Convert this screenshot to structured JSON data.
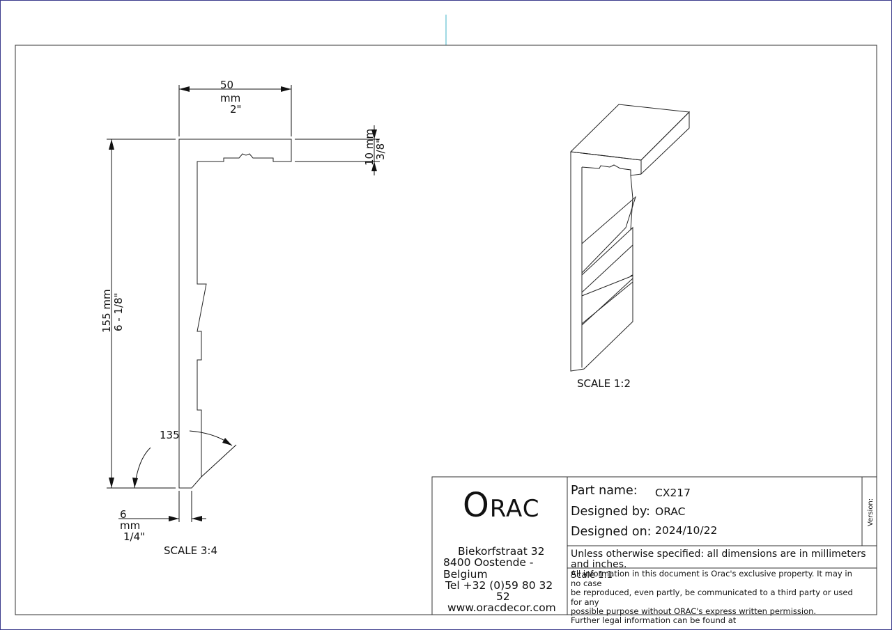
{
  "profile_view": {
    "width_mm": "50",
    "width_unit": "mm",
    "width_in": "2\"",
    "flange_mm": "10 mm",
    "flange_in": "3/8\"",
    "height_mm": "155 mm",
    "height_in": "6 - 1/8\"",
    "angle": "135",
    "thickness_mm": "6",
    "thickness_unit": "mm",
    "thickness_in": "1/4\"",
    "scale": "SCALE 3:4"
  },
  "iso_view": {
    "scale": "SCALE 1:2"
  },
  "title_block": {
    "logo": "ORAC",
    "address": [
      "Biekorfstraat 32",
      "8400 Oostende -",
      "Belgium",
      "Tel  +32 (0)59 80 32",
      "52",
      "www.oracdecor.com"
    ],
    "part_name_label": "Part name:",
    "part_name": "CX217",
    "designed_by_label": "Designed by:",
    "designed_by": "ORAC",
    "designed_on_label": "Designed on:",
    "designed_on": "2024/10/22",
    "version_label": "Version:",
    "units_note_1": "Unless otherwise specified: all dimensions are in millimeters",
    "units_note_2": "and inches.",
    "scale_note": "Scale 1:1",
    "legal": [
      "All information in this document is Orac's exclusive property.  It may in",
      "no case",
      "be reproduced, even partly, be communicated to a third party or used",
      "for any",
      "possible purpose without ORAC's express written permission.",
      "Further legal information can be found at"
    ]
  },
  "colors": {
    "page_border": "#3a3a8c",
    "center_mark": "#5fbfd0",
    "line": "#222222"
  }
}
